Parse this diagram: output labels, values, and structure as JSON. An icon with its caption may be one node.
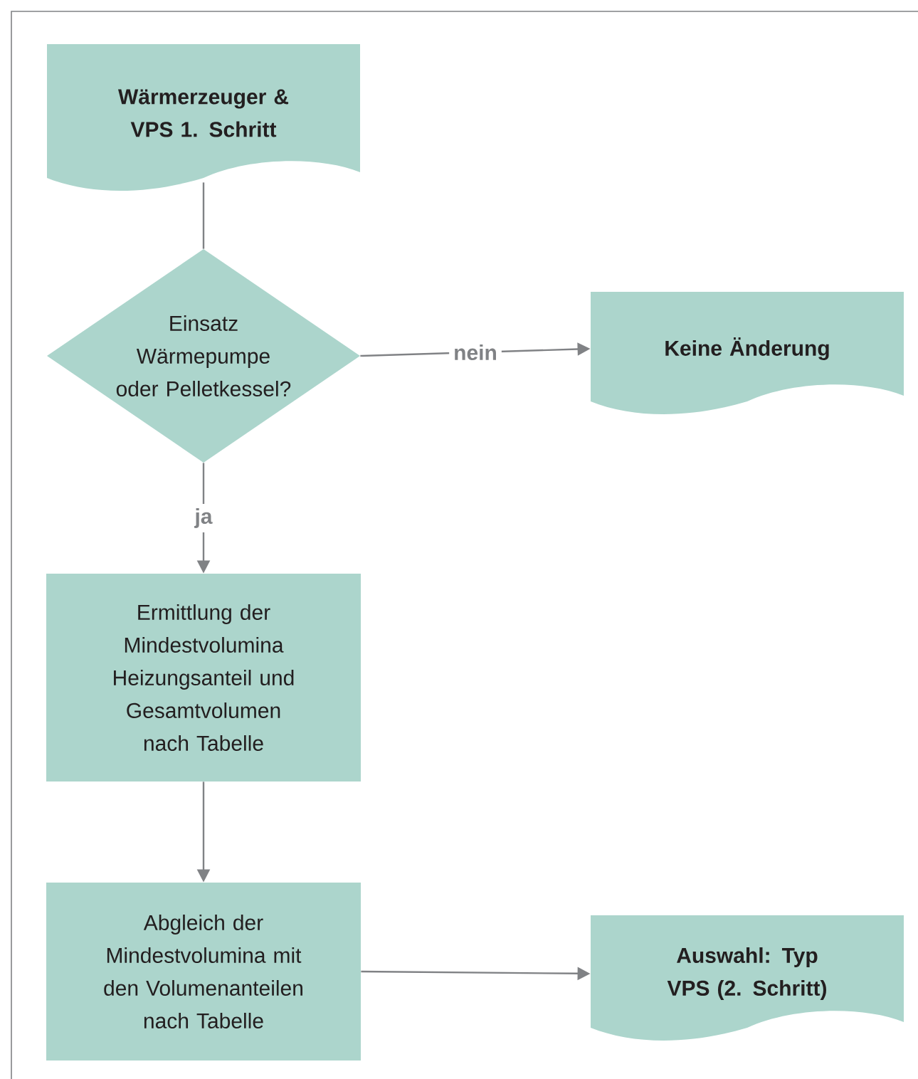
{
  "diagram": {
    "nodes": [
      {
        "text": [
          "Wärmerzeuger & VPS 1. Schritt"
        ]
      },
      {
        "text": [
          "Einsatz Wärmepumpe oder Pelletkessel?"
        ]
      },
      {
        "text": [
          "Keine Änderung"
        ]
      },
      {
        "text": [
          "Ermittlung der Mindestvolumina Heizungsanteil und Gesamtvolumen nach Tabelle"
        ]
      },
      {
        "text": [
          "Abgleich der Mindestvolumina mit den Volumenanteilen nach Tabelle"
        ]
      },
      {
        "text": [
          "Auswahl: Typ VPS (2. Schritt)"
        ]
      }
    ],
    "edges": [
      {
        "from": 0,
        "to": 1,
        "arrow": "none"
      },
      {
        "from": 1,
        "to": 2,
        "arrow": "to",
        "label": "nein"
      },
      {
        "from": 1,
        "to": 3,
        "arrow": "to",
        "label": "ja"
      },
      {
        "from": 3,
        "to": 4,
        "arrow": "to"
      },
      {
        "from": 4,
        "to": 5,
        "arrow": "to"
      }
    ]
  }
}
